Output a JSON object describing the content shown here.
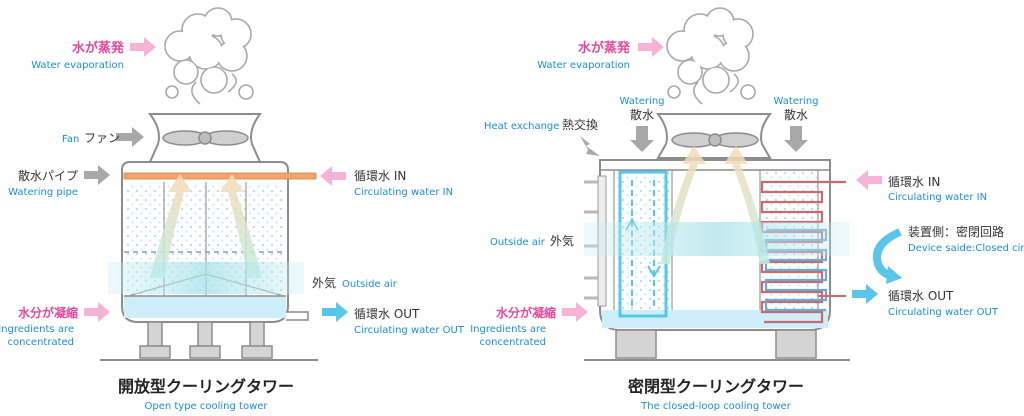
{
  "colors": {
    "pink": "#e8479b",
    "blue": "#1a8fd8",
    "dark": "#333333",
    "outline": "#8c8c8c",
    "orange_pipe": "#f3a46b",
    "cyan_arrow": "#58c6ea",
    "light_arrow": "#f6b3d5",
    "gray_arrow": "#a8a8a8",
    "water": "#cdeefa"
  },
  "open_tower": {
    "title_jp": "開放型クーリングタワー",
    "title_en": "Open type cooling tower",
    "evap_jp": "水が蒸発",
    "evap_en": "Water evaporation",
    "fan_en": "Fan",
    "fan_jp": "ファン",
    "pipe_jp": "散水パイプ",
    "pipe_en": "Watering pipe",
    "in_jp": "循環水 IN",
    "in_en": "Circulating water IN",
    "outside_jp": "外気",
    "outside_en": "Outside air",
    "conc_jp": "水分が凝縮",
    "conc_en_1": "Ingredients are",
    "conc_en_2": "concentrated",
    "out_jp": "循環水 OUT",
    "out_en": "Circulating water OUT"
  },
  "closed_tower": {
    "title_jp": "密閉型クーリングタワー",
    "title_en": "The closed-loop cooling tower",
    "evap_jp": "水が蒸発",
    "evap_en": "Water evaporation",
    "heat_en": "Heat exchange",
    "heat_jp": "熱交換",
    "watering_l_en": "Watering",
    "watering_l_jp": "散水",
    "watering_r_en": "Watering",
    "watering_r_jp": "散水",
    "in_jp": "循環水 IN",
    "in_en": "Circulating water IN",
    "device_jp": "装置側：密閉回路",
    "device_en": "Device saide:Closed circuit",
    "outside_en": "Outside air",
    "outside_jp": "外気",
    "conc_jp": "水分が凝縮",
    "conc_en_1": "Ingredients are",
    "conc_en_2": "concentrated",
    "out_jp": "循環水 OUT",
    "out_en": "Circulating water OUT"
  }
}
